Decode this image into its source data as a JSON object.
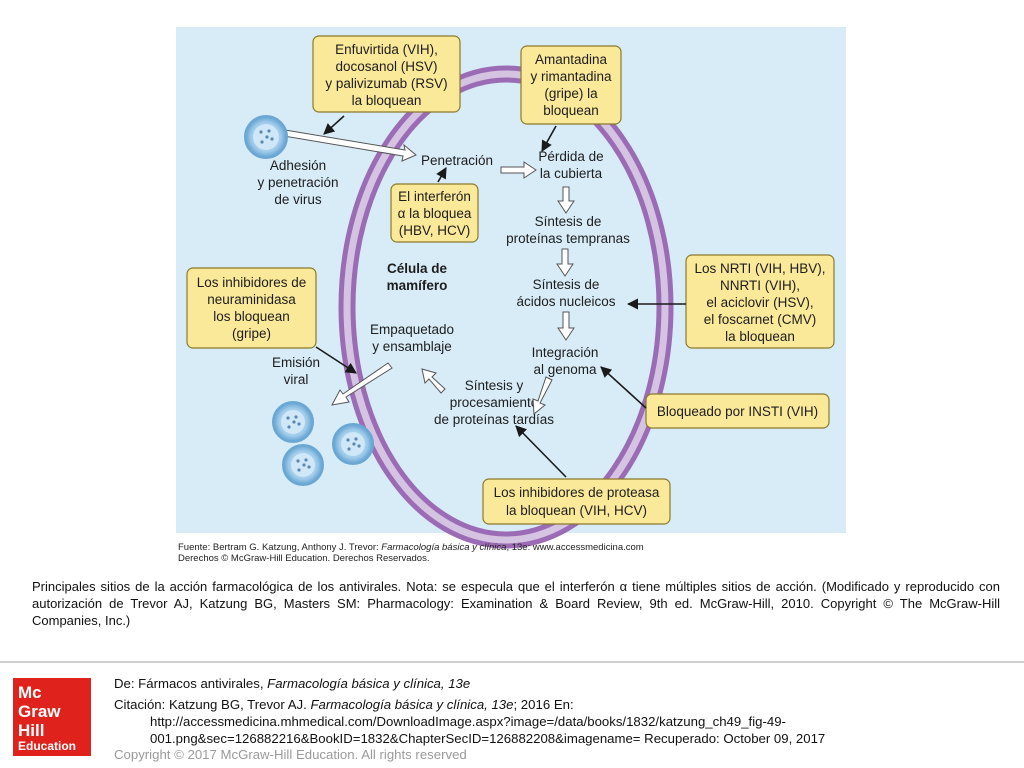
{
  "figure": {
    "boxes": {
      "enfuvirtida": [
        "Enfuvirtida (VIH),",
        "docosanol (HSV)",
        "y palivizumab (RSV)",
        "la bloquean"
      ],
      "amantadina": [
        "Amantadina",
        "y rimantadina",
        "(gripe) la",
        "bloquean"
      ],
      "interferon": [
        "El interferón",
        "α la bloquea",
        "(HBV, HCV)"
      ],
      "neuraminidasa": [
        "Los inhibidores de",
        "neuraminidasa",
        "los bloquean",
        "(gripe)"
      ],
      "nrti": [
        "Los NRTI (VIH, HBV),",
        "NNRTI (VIH),",
        "el aciclovir (HSV),",
        "el foscarnet (CMV)",
        "la bloquean"
      ],
      "insti": [
        "Bloqueado por INSTI (VIH)"
      ],
      "proteasa": [
        "Los inhibidores de proteasa",
        "la bloquean (VIH, HCV)"
      ]
    },
    "labels": {
      "adhesion": [
        "Adhesión",
        "y penetración",
        "de virus"
      ],
      "penetracion": [
        "Penetración"
      ],
      "perdida": [
        "Pérdida de",
        "la cubierta"
      ],
      "sintesis_tempranas": [
        "Síntesis de",
        "proteínas tempranas"
      ],
      "sintesis_nucleicos": [
        "Síntesis de",
        "ácidos nucleicos"
      ],
      "integracion": [
        "Integración",
        "al genoma"
      ],
      "sintesis_tardias": [
        "Síntesis y",
        "procesamiento",
        "de proteínas tardías"
      ],
      "empaquetado": [
        "Empaquetado",
        "y ensamblaje"
      ],
      "emision": [
        "Emisión",
        "viral"
      ],
      "celula": [
        "Célula de",
        "mamífero"
      ]
    },
    "source": {
      "prefix": "Fuente: Bertram G. Katzung, Anthony J. Trevor: ",
      "book": "Farmacología básica y clínica",
      "suffix": ", 13e: www.accessmedicina.com",
      "rights": "Derechos © McGraw-Hill Education. Derechos Reservados."
    }
  },
  "caption": "Principales sitios de la acción farmacológica de los antivirales. Nota: se especula que el interferón α tiene múltiples sitios de acción. (Modificado y reproducido con autorización de Trevor AJ, Katzung BG, Masters SM: Pharmacology: Examination & Board Review, 9th ed. McGraw-Hill, 2010. Copyright © The McGraw-Hill Companies, Inc.)",
  "footer": {
    "logo": {
      "line1": "Mc",
      "line2": "Graw",
      "line3": "Hill",
      "line4": "Education"
    },
    "from_prefix": "De: Fármacos antivirales, ",
    "from_book": "Farmacología básica y clínica, 13e",
    "cite_prefix": "Citación: Katzung BG, Trevor AJ. ",
    "cite_book": "Farmacología básica y clínica, 13e",
    "cite_suffix": "; 2016 En:",
    "url_line1": "http://accessmedicina.mhmedical.com/DownloadImage.aspx?image=/data/books/1832/katzung_ch49_fig-49-",
    "url_line2": "001.png&sec=126882216&BookID=1832&ChapterSecID=126882208&imagename= Recuperado: October 09, 2017",
    "copyright": "Copyright © 2017 McGraw-Hill Education. All rights reserved"
  },
  "colors": {
    "panel": "#d8ecf8",
    "box_fill": "#fbe99a",
    "box_stroke": "#8a7a2a",
    "cell_outer": "#9b6bb5",
    "cell_inner": "#c9b5da",
    "virus": "#7fb6dc",
    "logo_red": "#e0221c"
  }
}
